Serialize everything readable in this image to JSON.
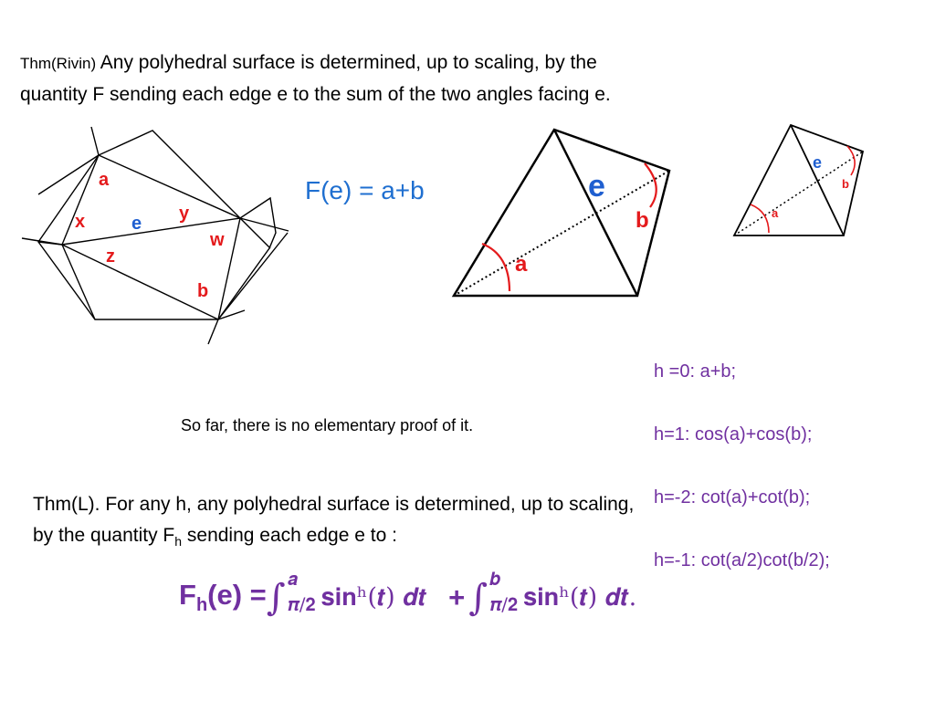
{
  "theorem_rivin": {
    "tag": "Thm(Rivin)",
    "line1": " Any polyhedral surface is determined, up to scaling, by the",
    "line2": "quantity F sending each edge e to the sum of the two angles facing e."
  },
  "definition": {
    "text": "F(e) = a+b"
  },
  "h_cases": [
    "h =0: a+b;",
    "h=1: cos(a)+cos(b);",
    "h=-2: cot(a)+cot(b);",
    "h=-1: cot(a/2)cot(b/2);"
  ],
  "note": "So far, there is no elementary proof of it.",
  "theorem_l": {
    "line1": "Thm(L).   For any h, any polyhedral surface is determined, up to scaling,",
    "line2_pre": "by the quantity F",
    "line2_sub": "h",
    "line2_post": " sending each edge e to :"
  },
  "formula": {
    "lhs_F": "F",
    "lhs_sub": "h",
    "lhs_arg": "(e) =",
    "int1_upper": "𝒂",
    "int1_lower": "𝝅/𝟐",
    "int1_body": "𝐬𝐢𝐧ʰ(𝒕) 𝒅𝒕",
    "plus": "+",
    "int2_upper": "𝒃",
    "int2_lower": "𝝅/𝟐",
    "int2_body": "𝐬𝐢𝐧ʰ(𝒕) 𝒅𝒕."
  },
  "figures": {
    "polygon_labels": {
      "a": "a",
      "x": "x",
      "e": "e",
      "y": "y",
      "w": "w",
      "z": "z",
      "b": "b"
    },
    "big_tetra_labels": {
      "e": "e",
      "b": "b",
      "a": "a"
    },
    "small_tetra_labels": {
      "e": "e",
      "b": "b",
      "a": "a"
    },
    "colors": {
      "red": "#e41a1c",
      "blue": "#1f5fd0",
      "text_blue": "#1f6fd0",
      "purple": "#7030a0"
    }
  }
}
